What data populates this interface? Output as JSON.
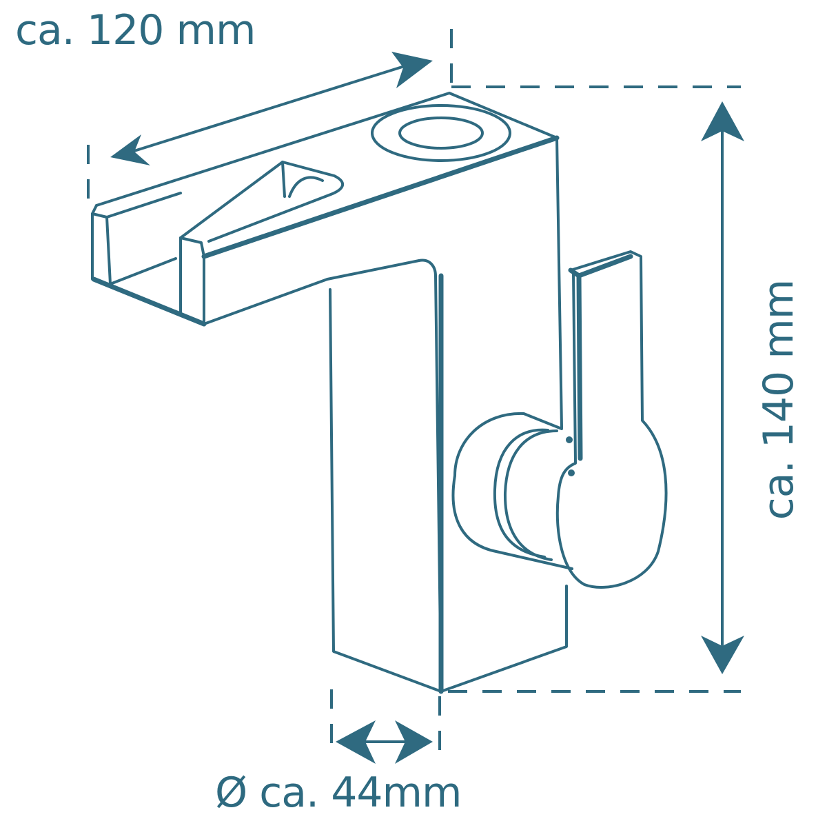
{
  "diagram": {
    "subject": "faucet",
    "line_color": "#2f6a80",
    "background": "#ffffff",
    "dimensions": {
      "width": {
        "label": "ca. 120 mm",
        "value": 120,
        "unit": "mm"
      },
      "height": {
        "label": "ca. 140 mm",
        "value": 140,
        "unit": "mm"
      },
      "diameter": {
        "label": "Ø ca. 44mm",
        "value": 44,
        "unit": "mm"
      }
    },
    "icons": [
      "double-arrow-width",
      "double-arrow-height",
      "double-arrow-diameter"
    ]
  }
}
